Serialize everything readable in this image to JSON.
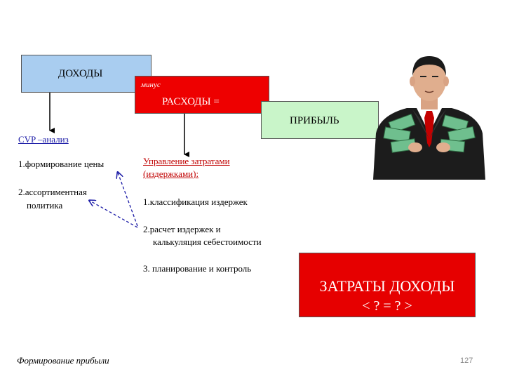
{
  "boxes": {
    "income": "ДОХОДЫ",
    "expenses_prefix": "минус",
    "expenses": "РАСХОДЫ  =",
    "profit": "ПРИБЫЛЬ",
    "question_line1": "ЗАТРАТЫ ДОХОДЫ",
    "question_line2": "< ? = ? >"
  },
  "cvp": {
    "title": "CVP –анализ",
    "item1": "1.формирование цены",
    "item2_line1": "2.ассортиментная",
    "item2_line2": "политика"
  },
  "cost_management": {
    "title_line1": "Управление затратами",
    "title_line2": "(издержками):",
    "item1": "1.классификация издержек",
    "item2_line1": "2.расчет издержек и",
    "item2_line2": "калькуляция себестоимости",
    "item3": "3. планирование и контроль"
  },
  "footer": {
    "title": "Формирование прибыли",
    "page_number": "127"
  },
  "colors": {
    "income_box": "#a9cdf0",
    "expenses_box": "#ee0000",
    "profit_box": "#c9f5c9",
    "question_box": "#e60000",
    "cvp_title": "#1a1aa6",
    "cost_title": "#c00000",
    "dashed_arrows": "#1a1aa6"
  },
  "illustration": "businessman-holding-money-icon"
}
